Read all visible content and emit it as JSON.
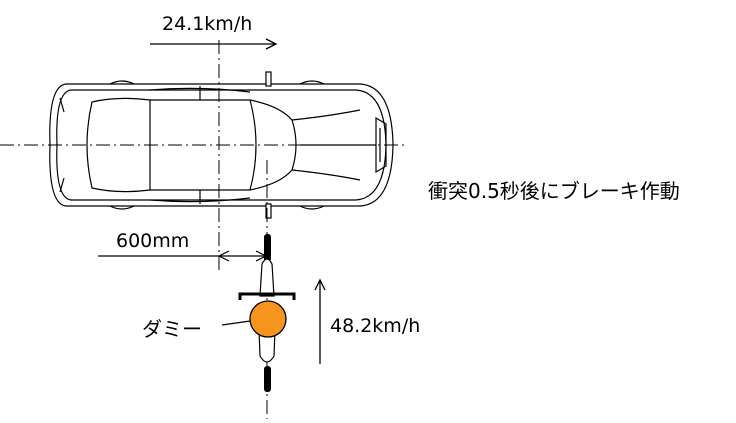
{
  "labels": {
    "car_speed": "24.1km/h",
    "bike_speed": "48.2km/h",
    "offset": "600mm",
    "braking_note": "衝突0.5秒後にブレーキ作動",
    "dummy": "ダミー"
  },
  "colors": {
    "line": "#000000",
    "dummy_fill": "#f7941d",
    "background": "#ffffff"
  }
}
